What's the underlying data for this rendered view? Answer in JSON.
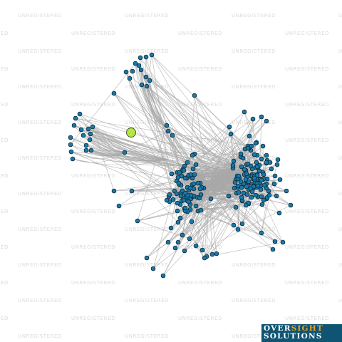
{
  "watermark": {
    "text": "UNREGISTERED"
  },
  "logo": {
    "part1": "OVER",
    "part2": "SIGHT",
    "part3": "SOLUTIONS"
  },
  "colors": {
    "node_fill": "#1a78a8",
    "node_stroke": "#0a2a3a",
    "highlight_fill": "#b5e645",
    "edge": "#a8a8a8",
    "watermark": "#dcdcdc",
    "logo_bg": "#0f5573",
    "logo_text": "#ffffff",
    "logo_accent": "#f0a020"
  },
  "graph": {
    "node_count": 260,
    "highlighted_node_count": 1
  }
}
